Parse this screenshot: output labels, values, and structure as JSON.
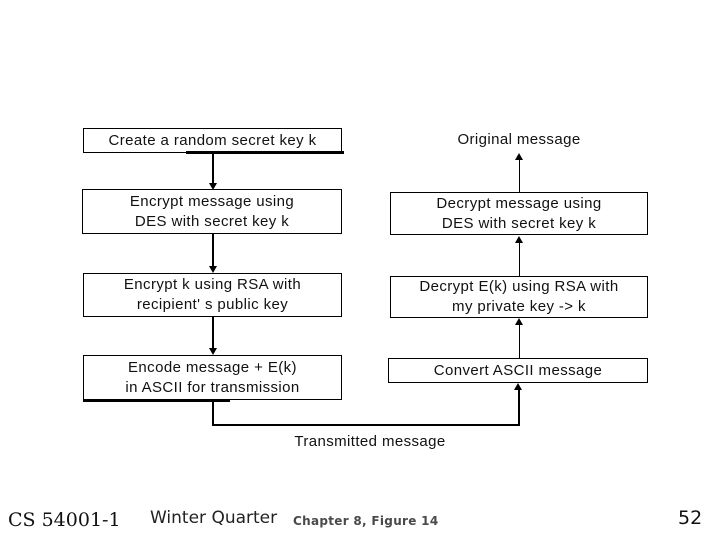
{
  "diagram": {
    "left_column": {
      "boxes": [
        {
          "label": "Create a random secret key k"
        },
        {
          "label": "Encrypt message using\nDES with secret key k"
        },
        {
          "label": "Encrypt k using RSA with\nrecipient' s public key"
        },
        {
          "label": "Encode message + E(k)\nin ASCII for transmission"
        }
      ]
    },
    "right_column": {
      "top_label": "Original message",
      "boxes": [
        {
          "label": "Decrypt message using\nDES with secret key k"
        },
        {
          "label": "Decrypt E(k) using RSA with\nmy private key -> k"
        },
        {
          "label": "Convert ASCII message"
        }
      ]
    },
    "bottom_label": "Transmitted message"
  },
  "footer": {
    "course": "CS 54001-1",
    "term": "Winter Quarter",
    "reference": "Chapter 8, Figure 14",
    "page_number": "52"
  },
  "colors": {
    "ink": "#000000",
    "background": "#ffffff",
    "footer_muted": "#4a4a4a"
  }
}
